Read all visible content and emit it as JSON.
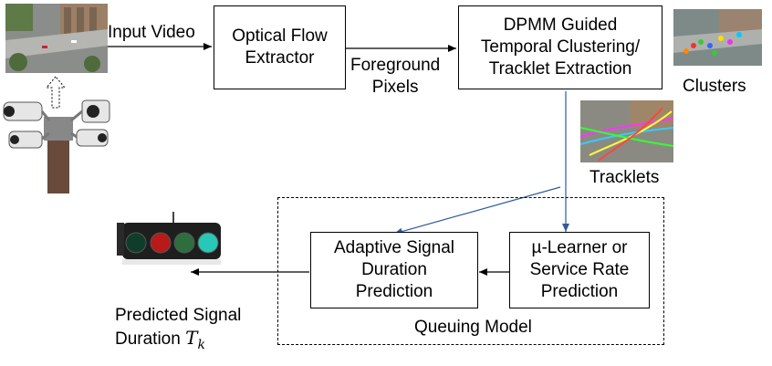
{
  "labels": {
    "input_video": "Input Video",
    "foreground_pixels": "Foreground\nPixels",
    "clusters": "Clusters",
    "tracklets": "Tracklets",
    "queuing_model": "Queuing Model",
    "predicted_signal_prefix": "Predicted Signal\nDuration ",
    "predicted_signal_var": "T",
    "predicted_signal_sub": "k"
  },
  "boxes": {
    "optical_flow": "Optical Flow\nExtractor",
    "dpmm": "DPMM Guided\nTemporal Clustering/\nTracklet Extraction",
    "adaptive": "Adaptive Signal\nDuration\nPrediction",
    "mu_learner": "µ-Learner or\nService Rate\nPrediction"
  },
  "colors": {
    "line": "#000000",
    "arrow_blue": "#2e5c9a"
  },
  "icons": {
    "input_thumbnail": "street-aerial-image",
    "camera": "surveillance-camera-cluster-icon",
    "upload_arrow": "dashed-up-arrow-icon",
    "clusters_thumbnail": "clusters-image",
    "tracklets_thumbnail": "tracklets-image",
    "traffic_light": "traffic-light-icon"
  }
}
